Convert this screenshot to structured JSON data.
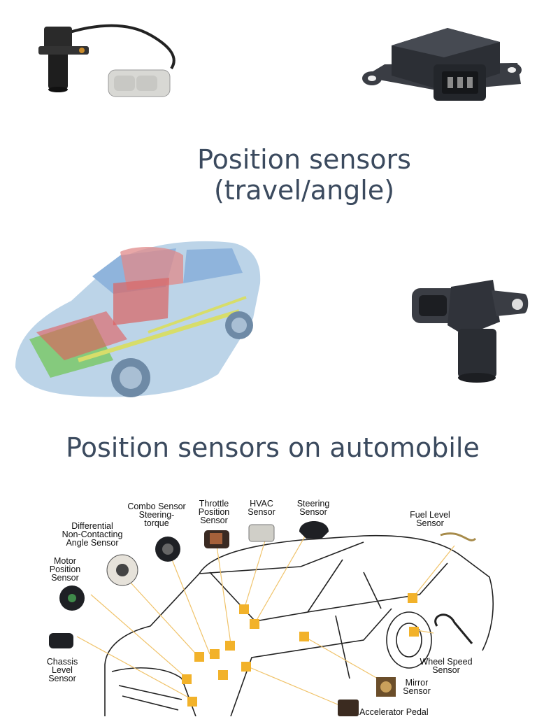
{
  "title_top": "Position sensors\n(travel/angle)",
  "title_top_lines": [
    "Position sensors",
    "(travel/angle)"
  ],
  "title_bottom": "Position sensors on automobile",
  "colors": {
    "title": "#3b4a5e",
    "marker": "#f2b22a",
    "leader_line": "#f0c36a",
    "sensor_body": "#2b2f36"
  },
  "diagram_labels": {
    "combo_sensor": "Combo Sensor\nSteering-\ntorque",
    "throttle_position": "Throttle\nPosition\nSensor",
    "hvac": "HVAC\nSensor",
    "steering": "Steering\nSensor",
    "fuel_level": "Fuel Level\nSensor",
    "differential": "Differential\nNon-Contacting\nAngle Sensor",
    "motor_position": "Motor\nPosition\nSensor",
    "chassis_level": "Chassis\nLevel\nSensor",
    "wheel_speed": "Wheel Speed\nSensor",
    "mirror": "Mirror\nSensor",
    "accelerator_pedal": "Accelerator Pedal"
  },
  "icons": [
    "crankshaft-sensor-icon",
    "map-sensor-icon",
    "car-xray-icon",
    "camshaft-sensor-icon",
    "car-outline-icon"
  ]
}
